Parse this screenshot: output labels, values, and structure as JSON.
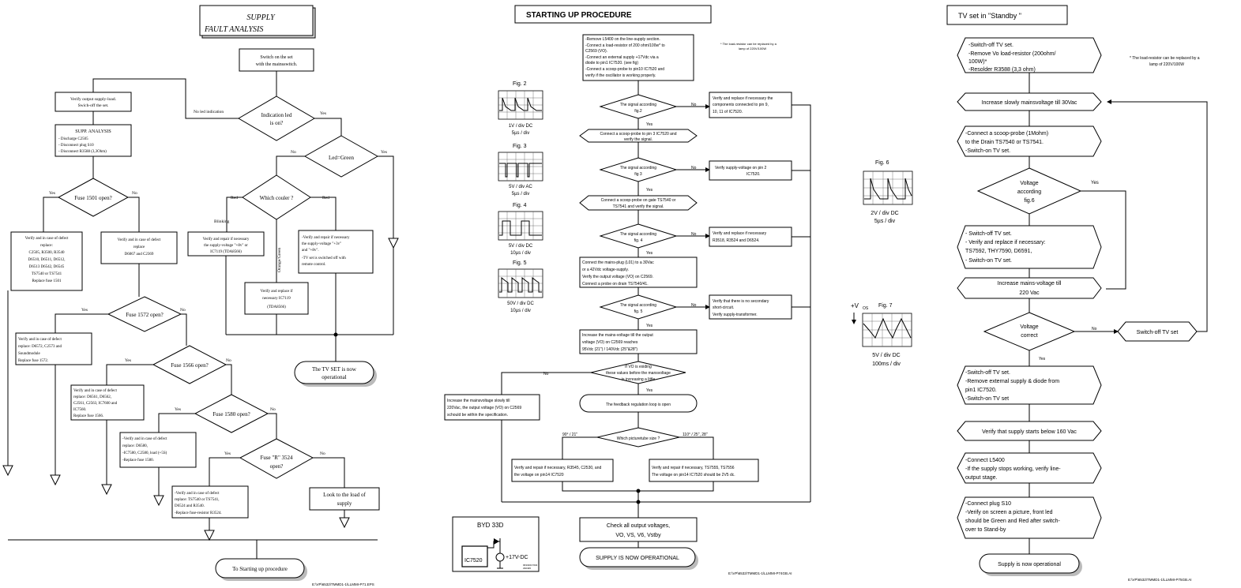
{
  "panel1": {
    "title_line1": "SUPPLY",
    "title_line2": "FAULT ANALYSIS",
    "switch_on": [
      "Switch on the set",
      "with the mainsswitch."
    ],
    "indication_led": [
      "Indication led",
      "is on?"
    ],
    "no_led_indication": "No led indication",
    "yes": "Yes",
    "no": "No",
    "verify_output": [
      "Verify output supply-load.",
      "Swich-off the set."
    ],
    "supp_analysis_title": "SUPP. ANALYSIS",
    "supp_analysis_lines": [
      "- Discharge C2505",
      "- Disconnect plug S10",
      "- Disconnect R3588 (3,3Ohm)"
    ],
    "led_green": "Led=Green",
    "which_couler": "Which couler ?",
    "red_left": "Red",
    "red_right": "Red",
    "blinking": "Blinking",
    "orange_green": "Orange/Green",
    "fuse1501": "Fuse 1501 open?",
    "verify1501": [
      "Verify and in case of defect",
      "replace:",
      "C2505, R3500, R3540",
      "D6510, D6511, D6512,",
      "D6513 D6542, D6545",
      "TS7540 or TS7541",
      "Replace fuse 1501"
    ],
    "verify_d6067": [
      "Verify and in case of defect",
      "replace",
      "D6067 and C2369"
    ],
    "verify_repair_48": [
      "Verify and repair if necessary",
      "the supply-voltage \"+8v\" or",
      "IC7119 (TDA8566)"
    ],
    "verify_repair_3v": [
      "-Verify and repair if necessary",
      "the supply-voltage \"+3v\"",
      "and \"+8v\".",
      "-TV set is switched off with",
      "remote control."
    ],
    "verify_ic7119": [
      "Verify and replace if",
      "necessary IC7119",
      "(TDA8566)"
    ],
    "fuse1572": "Fuse 1572 open?",
    "verify1572": [
      "Verify and in case of defect",
      "replace: D6572, C2573 and",
      "Soundmodule",
      "Replace fuse 1572."
    ],
    "fuse1566": "Fuse 1566 open?",
    "verify1566": [
      "Verify and in case of defect",
      "replace: D6561, D6562,",
      "C2561, C2563, IC7600 and",
      "IC7560.",
      "Replace fuse 1566."
    ],
    "fuse1580": "Fuse 1580 open?",
    "verify1580": [
      "-Verify and in case of defect",
      " replace: D6580,",
      "-IC7580, C2580, load (+5S)",
      "-Replace fuse 1580."
    ],
    "fuse3524": [
      "Fuse \"R\" 3524",
      "open?"
    ],
    "verify3524": [
      "-Verify and in case of defect",
      " replace: TS7540 or TS7541,",
      " D6524 and R3540.",
      "-Replace fuse-resistor R3524."
    ],
    "look_load": [
      "Look to the load of",
      "supply"
    ],
    "tv_operational": [
      "The TV SET is now",
      "operational"
    ],
    "starting_up": "To Starting up procedure",
    "file_ref": "E:\\VP\\6532\\TMMD1-1\\LLMMI-P71.EPS"
  },
  "panel2": {
    "title": "STARTING UP PROCEDURE",
    "step1": [
      "-Remove L5400 on the line-supply section.",
      "-Connect a load-resistor of 200 ohm/100w* to",
      " C2569 (VO).",
      "-Connect an external supply +17Vdc via a",
      " diode to pin1 IC7520. (see fig)",
      "-Connect a scoop-probe to pin10 IC7520 and",
      " verify if the oscillator is working properly."
    ],
    "footnote": [
      "* The load-resistor can be replaced by a",
      "lamp of 220V/100W"
    ],
    "sig2": [
      "The signal according",
      "fig.2"
    ],
    "sig2_no": [
      "Verify and replace if necessary the",
      "components connected to pin 9,",
      "10, 11 of IC7520."
    ],
    "step2": [
      "Connect a scoop-probe to pin 3 IC7520 and",
      "verify the signal."
    ],
    "sig3": [
      "The signal according",
      "fig 3"
    ],
    "sig3_no": [
      "Verify supply-voltage on pin 2",
      "IC7520."
    ],
    "step3": [
      "Connect a scoop-probe on gate TS7540 or",
      "TS7541 and verify the signal."
    ],
    "sig4": [
      "The signal according",
      "fig. 4"
    ],
    "sig4_no": [
      "Verify and replace if necessary",
      "R3518, R3524 and D6524."
    ],
    "step4": [
      "Connect the mains-plug (L01) to a 30Vac",
      "or a 42Vdc voltage-supply.",
      "Verify the output voltage (VO) on C2569.",
      "Connect a probe on drain TS7540/41."
    ],
    "sig5": [
      "The signal according",
      "fig. 5"
    ],
    "sig5_no": [
      "Verify that there is no secondary",
      "short-circuit.",
      "Verify supply-transformer."
    ],
    "step5": [
      "Increase the mains-voltage till the output",
      "voltage (VO) on C2569  reaches",
      "95Vdc (21\") / 140Vdc (25\"&28\")"
    ],
    "if_vo": [
      "If VO is exiding",
      "these values before the mansvoltage",
      "is increasing a little"
    ],
    "increase_slowly": [
      "Increase the mainsvoltage slowly till",
      "220Vac, the output voltage (VO) on C2569",
      "schould be within the specification."
    ],
    "feedback": "The feedback regulation loop is open",
    "which_tube": "Which picturetube size ?",
    "tube_left": "90° / 21\"",
    "tube_right": "110° / 25\", 28\"",
    "repair_left": [
      "Verify and repair if necessary, R3545, C2530, and",
      "the voltage on pin14 IC7520"
    ],
    "repair_right": [
      "Verify and repair if necessary, TS7555, TS7556",
      "The voltage on pin14 IC7520 should be 2V5 dc."
    ],
    "check_all": [
      "Check all output voltages,",
      "VO, VS, V6, Vstby"
    ],
    "operational": "SUPPLY IS NOW OPERATIONAL",
    "byd": "BYD 33D",
    "ic7520": "IC7520",
    "plus17": "+17V-DC",
    "inset_ref": [
      "96332017604",
      "290495"
    ],
    "fig2": "Fig. 2",
    "fig2_cap": [
      "1V / div DC",
      "5µs / div"
    ],
    "fig3": "Fig. 3",
    "fig3_cap": [
      "5V / div AC",
      "5µs / div"
    ],
    "fig4": "Fig. 4",
    "fig4_cap": [
      "5V / div DC",
      "10µs / div"
    ],
    "fig5": "Fig. 5",
    "fig5_cap": [
      "50V / div DC",
      "10µs / div"
    ],
    "fig6": "Fig. 6",
    "fig6_cap": [
      "2V / div DC",
      "5µs / div"
    ],
    "fig7": "Fig. 7",
    "fig7_cap": [
      "5V / div DC",
      "100ms / div"
    ],
    "vos": "+V",
    "vos_sub": "OS",
    "yes": "Yes",
    "no": "No",
    "file_ref": "E:\\VP\\6532\\TMMD1-1\\LLMMI-P74GB.AI"
  },
  "panel3": {
    "title": "TV set in \"Standby \"",
    "step1": [
      "-Switch-off TV set.",
      "-Remove Vo load-resistor (200ohm/",
      "100W)*",
      "-Resolder R3588 (3,3 ohm)"
    ],
    "footnote": [
      "* The load-resistor can be replaced by a",
      "lamp of 220V/100W"
    ],
    "increase30": "Increase slowly mainsvoltage till 30Vac",
    "step2": [
      "-Connect a scoop-probe (1Mohm)",
      " to the Drain TS7540  or TS7541.",
      "-Switch-on TV set."
    ],
    "voltage_fig6": [
      "Voltage",
      "according",
      "fig.6"
    ],
    "step3": [
      "- Switch-off TV set.",
      "- Verify and replace if necessary:",
      "   TS7592, THY7590, D6591,",
      "- Switch-on TV set."
    ],
    "increase220": [
      "Increase mains-voltage till",
      "220 Vac"
    ],
    "voltage_correct": [
      "Voltage",
      "correct"
    ],
    "switch_off": "Switch-off TV set",
    "step4": [
      "-Switch-off TV set.",
      "-Remove external supply & diode from",
      " pin1 IC7520.",
      "-Switch-on TV set"
    ],
    "verify160": "Verify that supply starts below 160 Vac",
    "step5": [
      "-Connect L5400",
      "-If the supply stops working, verify line-",
      " output stage."
    ],
    "step6": [
      "-Connect plug S10",
      "-Verify on screen a picture, front led",
      " should be Green and Red after switch-",
      " over to Stand-by"
    ],
    "operational": "Supply is now operational",
    "yes": "Yes",
    "no": "No",
    "file_ref": "E:\\VP\\6532\\TMMD1-1\\LLMMI-P75GB.AI"
  }
}
